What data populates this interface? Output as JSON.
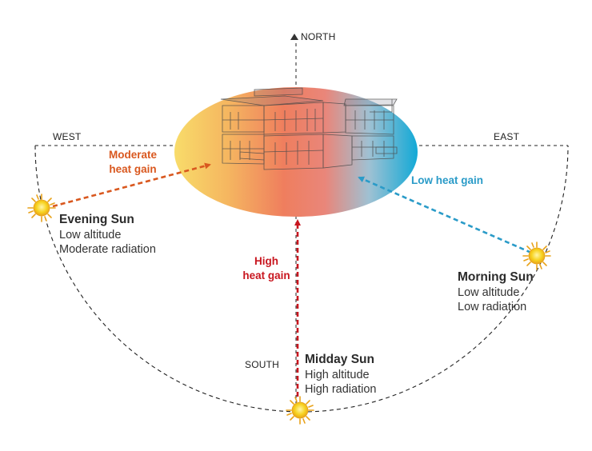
{
  "directions": {
    "north": "NORTH",
    "south": "SOUTH",
    "east": "EAST",
    "west": "WEST"
  },
  "suns": {
    "evening": {
      "title": "Evening Sun",
      "line1": "Low altitude",
      "line2": "Moderate radiation"
    },
    "midday": {
      "title": "Midday Sun",
      "line1": "High altitude",
      "line2": "High radiation"
    },
    "morning": {
      "title": "Morning Sun",
      "line1": "Low altitude",
      "line2": "Low radiation"
    }
  },
  "gains": {
    "moderate": {
      "line1": "Moderate",
      "line2": "heat gain"
    },
    "high": {
      "line1": "High",
      "line2": "heat gain"
    },
    "low": {
      "line1": "Low heat gain"
    }
  },
  "colors": {
    "moderate": "#d9581f",
    "high": "#c8161f",
    "low": "#2a9bc8",
    "sun_fill": "#f7d21e",
    "sun_ray": "#e8a21a",
    "ellipse_left": "#f8dc6a",
    "ellipse_mid": "#ef7e5e",
    "ellipse_right": "#12a9d6"
  },
  "icons": {
    "north_marker": "triangle-up-icon",
    "sun": "sun-icon",
    "building": "house-wireframe-icon"
  }
}
